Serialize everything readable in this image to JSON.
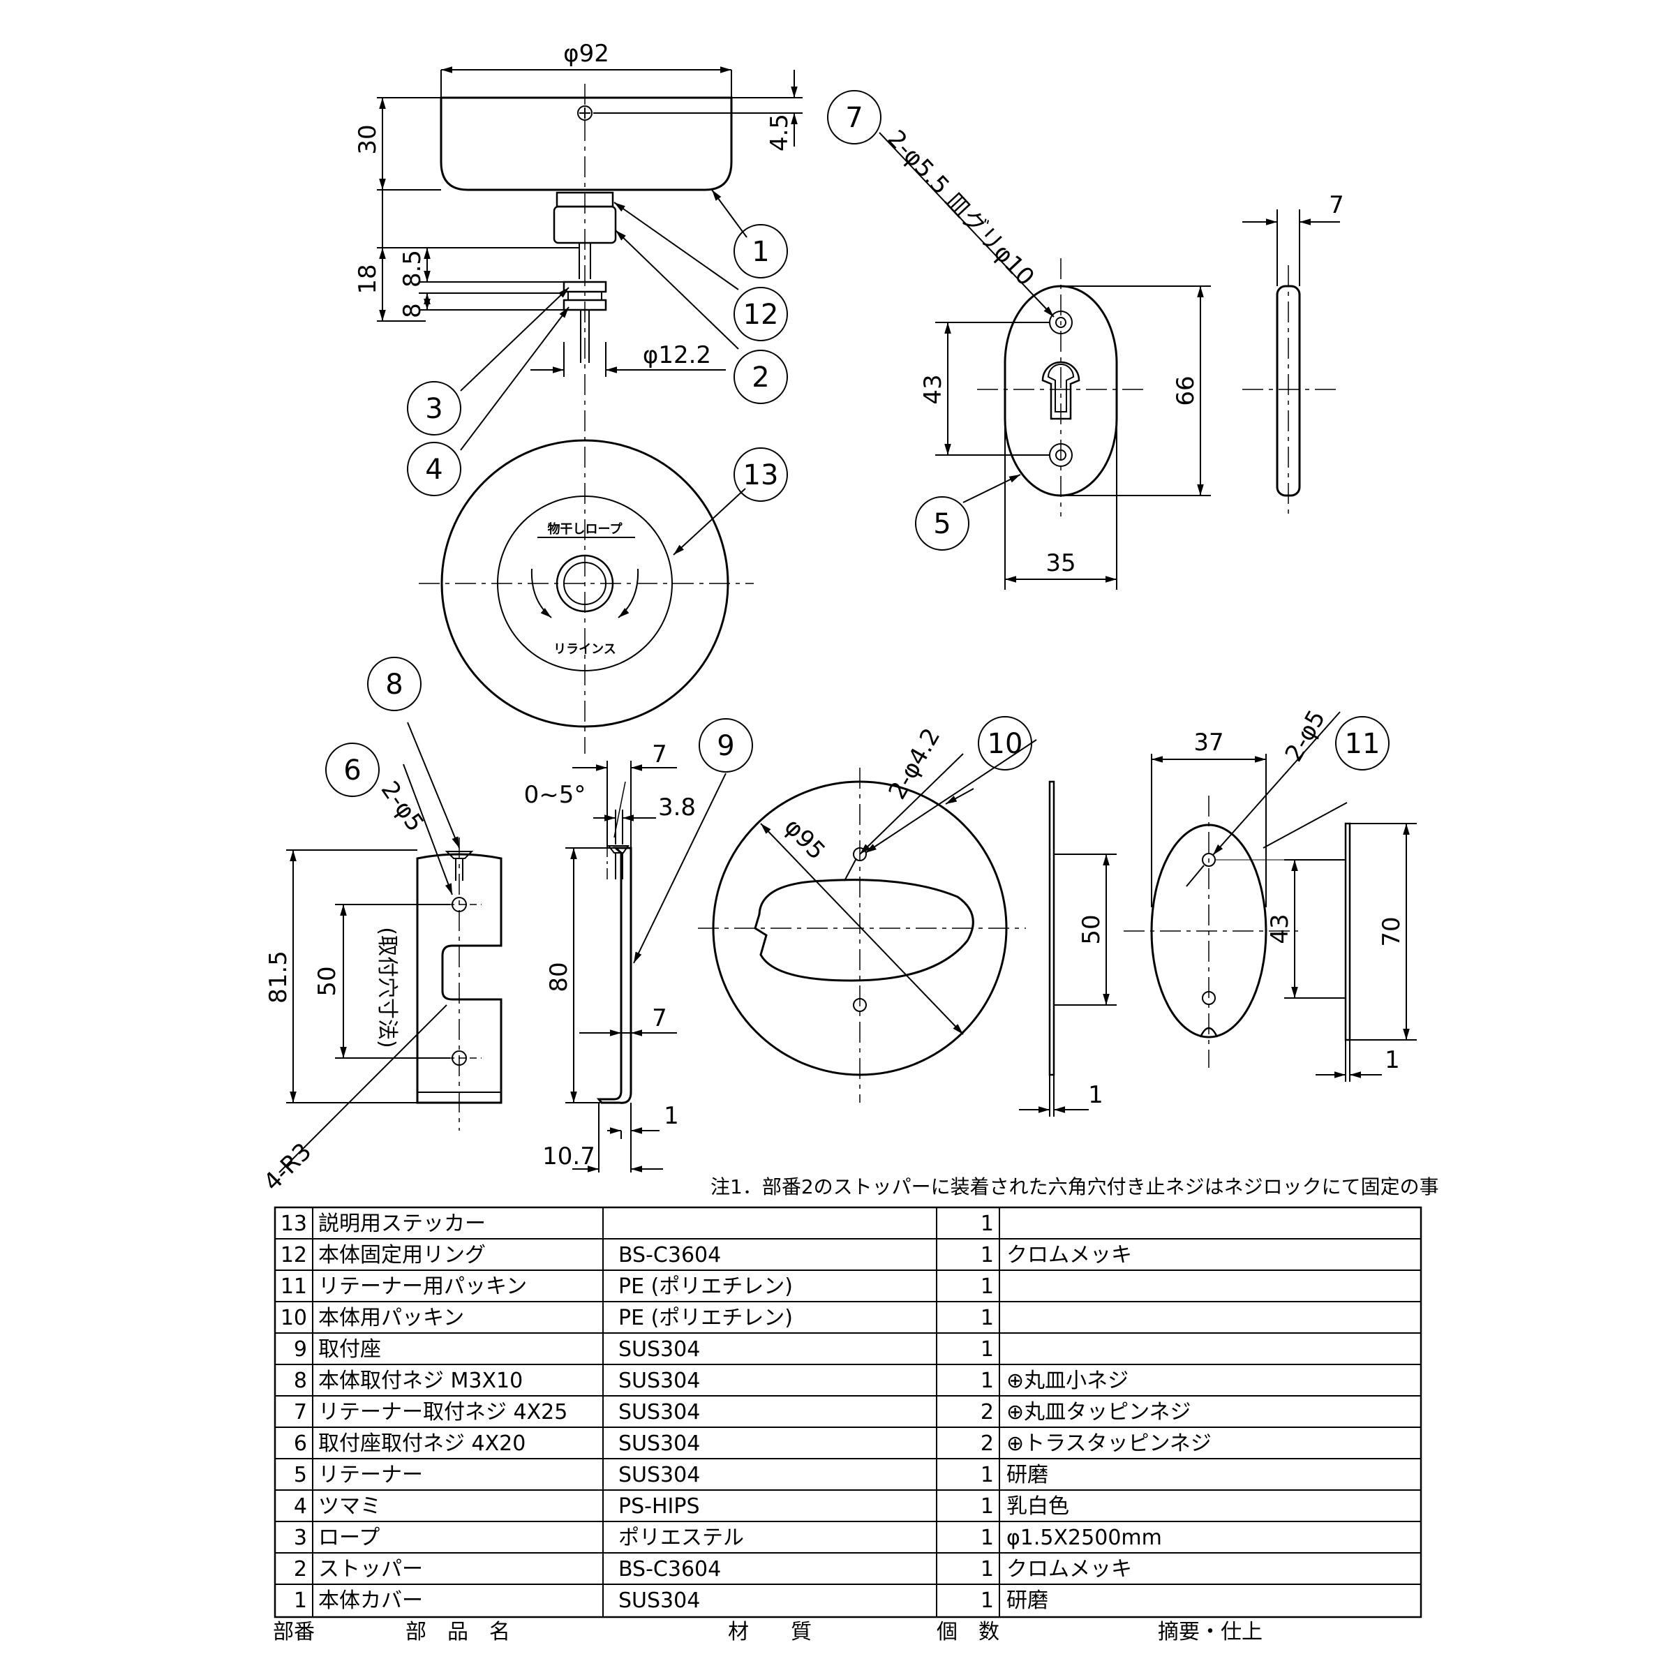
{
  "dimensions": {
    "d92": "φ92",
    "h30": "30",
    "h4_5": "4.5",
    "h18": "18",
    "h8_5": "8.5",
    "h8": "8",
    "d12_2": "φ12.2",
    "holes7": "2-φ5.5 皿グリφ10",
    "w7": "7",
    "h43a": "43",
    "h66": "66",
    "w35": "35",
    "holes6": "2-φ5",
    "h81_5": "81.5",
    "h50a": "50",
    "mount": "(取付穴寸法)",
    "r3": "4-R3",
    "w7b": "7",
    "angle": "0~5°",
    "w3_8": "3.8",
    "h80": "80",
    "w7c": "7",
    "w1a": "1",
    "w10_7": "10.7",
    "holes10": "2-φ4.2",
    "d95": "φ95",
    "h50b": "50",
    "w1b": "1",
    "w37": "37",
    "holes11": "2-φ5",
    "h43b": "43",
    "h70": "70",
    "w1c": "1"
  },
  "balloons": {
    "b1": "1",
    "b2": "2",
    "b3": "3",
    "b4": "4",
    "b5": "5",
    "b6": "6",
    "b7": "7",
    "b8": "8",
    "b9": "9",
    "b10": "10",
    "b11": "11",
    "b12": "12",
    "b13": "13"
  },
  "sticker": {
    "top_text": "物干しロープ",
    "bottom_text": "リラインス"
  },
  "note": "注1．部番2のストッパーに装着された六角穴付き止ネジはネジロックにて固定の事",
  "parts_table": {
    "headers": [
      "部番",
      "部　品　名",
      "材　　質",
      "個　数",
      "摘要・仕上"
    ],
    "rows": [
      {
        "no": "13",
        "name": "説明用ステッカー",
        "material": "",
        "qty": "1",
        "remark": ""
      },
      {
        "no": "12",
        "name": "本体固定用リング",
        "material": "BS-C3604",
        "qty": "1",
        "remark": "クロムメッキ"
      },
      {
        "no": "11",
        "name": "リテーナー用パッキン",
        "material": "PE (ポリエチレン)",
        "qty": "1",
        "remark": ""
      },
      {
        "no": "10",
        "name": "本体用パッキン",
        "material": "PE (ポリエチレン)",
        "qty": "1",
        "remark": ""
      },
      {
        "no": "9",
        "name": "取付座",
        "material": "SUS304",
        "qty": "1",
        "remark": ""
      },
      {
        "no": "8",
        "name": "本体取付ネジ M3X10",
        "material": "SUS304",
        "qty": "1",
        "remark": "⊕丸皿小ネジ"
      },
      {
        "no": "7",
        "name": "リテーナー取付ネジ 4X25",
        "material": "SUS304",
        "qty": "2",
        "remark": "⊕丸皿タッピンネジ"
      },
      {
        "no": "6",
        "name": "取付座取付ネジ 4X20",
        "material": "SUS304",
        "qty": "2",
        "remark": "⊕トラスタッピンネジ"
      },
      {
        "no": "5",
        "name": "リテーナー",
        "material": "SUS304",
        "qty": "1",
        "remark": "研磨"
      },
      {
        "no": "4",
        "name": "ツマミ",
        "material": "PS-HIPS",
        "qty": "1",
        "remark": "乳白色"
      },
      {
        "no": "3",
        "name": "ロープ",
        "material": "ポリエステル",
        "qty": "1",
        "remark": "φ1.5X2500mm"
      },
      {
        "no": "2",
        "name": "ストッパー",
        "material": "BS-C3604",
        "qty": "1",
        "remark": "クロムメッキ"
      },
      {
        "no": "1",
        "name": "本体カバー",
        "material": "SUS304",
        "qty": "1",
        "remark": "研磨"
      }
    ]
  }
}
